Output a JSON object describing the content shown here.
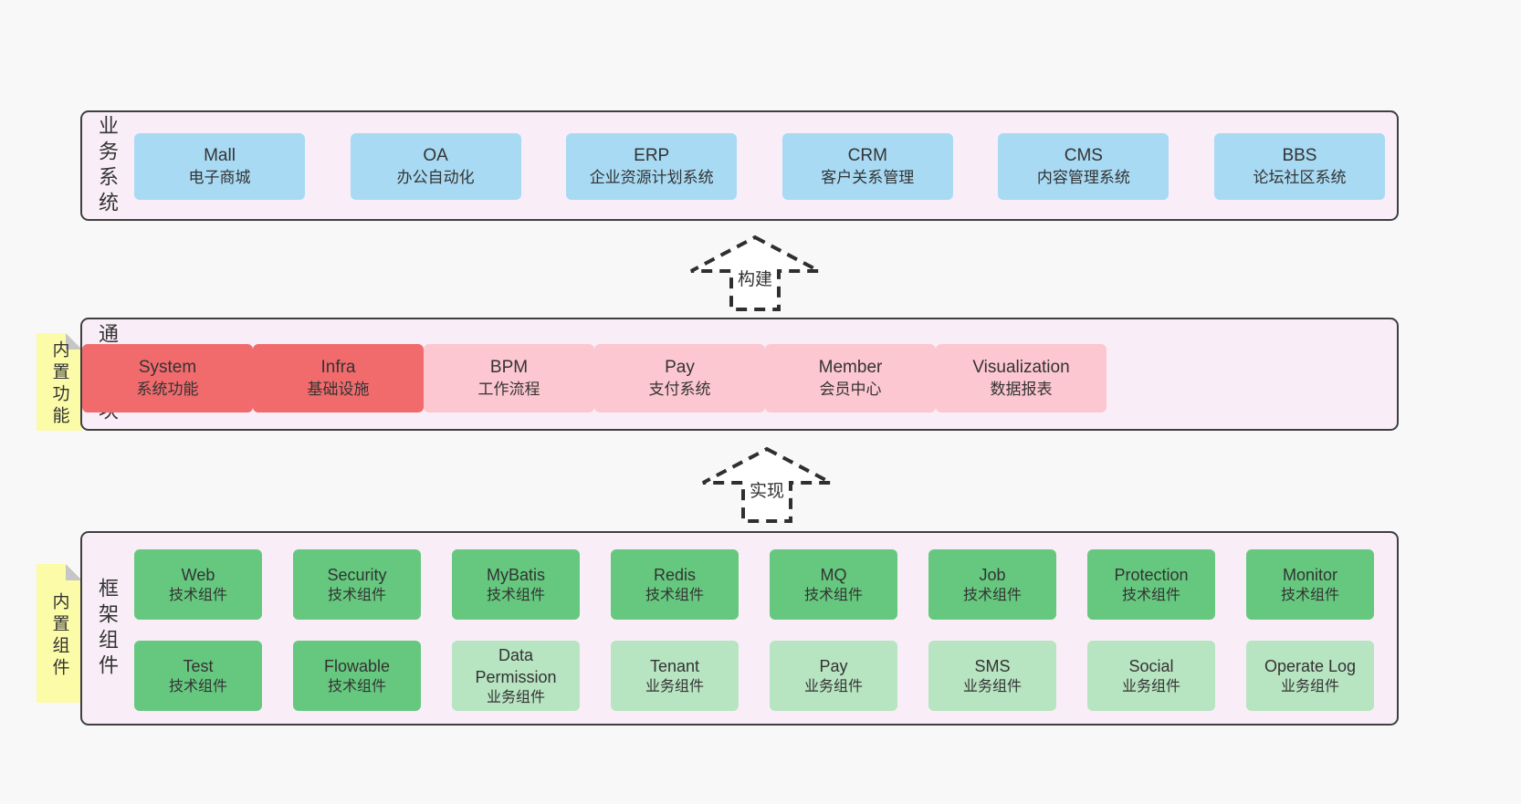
{
  "colors": {
    "page_background": "#f8f8f8",
    "layer_background": "#f9eef7",
    "layer_border": "#3f3f3f",
    "blue_box": "#a8daf3",
    "red_box": "#f16b6d",
    "pink_box": "#fcc7d0",
    "green_box": "#65c87e",
    "light_green_box": "#b7e4c1",
    "note_yellow": "#fbfba8",
    "note_fold_gray": "#c6c6c6",
    "text": "#333333"
  },
  "arrows": [
    {
      "label": "构建"
    },
    {
      "label": "实现"
    }
  ],
  "layers": [
    {
      "label": "业务系统",
      "boxes": [
        {
          "name": "Mall",
          "desc": "电子商城",
          "variant": "blue"
        },
        {
          "name": "OA",
          "desc": "办公自动化",
          "variant": "blue"
        },
        {
          "name": "ERP",
          "desc": "企业资源计划系统",
          "variant": "blue"
        },
        {
          "name": "CRM",
          "desc": "客户关系管理",
          "variant": "blue"
        },
        {
          "name": "CMS",
          "desc": "内容管理系统",
          "variant": "blue"
        },
        {
          "name": "BBS",
          "desc": "论坛社区系统",
          "variant": "blue"
        }
      ]
    },
    {
      "label": "通用模块",
      "note": "内置功能",
      "boxes": [
        {
          "name": "System",
          "desc": "系统功能",
          "variant": "red"
        },
        {
          "name": "Infra",
          "desc": "基础设施",
          "variant": "red"
        },
        {
          "name": "BPM",
          "desc": "工作流程",
          "variant": "pink"
        },
        {
          "name": "Pay",
          "desc": "支付系统",
          "variant": "pink"
        },
        {
          "name": "Member",
          "desc": "会员中心",
          "variant": "pink"
        },
        {
          "name": "Visualization",
          "desc": "数据报表",
          "variant": "pink"
        }
      ]
    },
    {
      "label": "框架组件",
      "note": "内置组件",
      "rows": [
        [
          {
            "name": "Web",
            "desc": "技术组件",
            "variant": "green"
          },
          {
            "name": "Security",
            "desc": "技术组件",
            "variant": "green"
          },
          {
            "name": "MyBatis",
            "desc": "技术组件",
            "variant": "green"
          },
          {
            "name": "Redis",
            "desc": "技术组件",
            "variant": "green"
          },
          {
            "name": "MQ",
            "desc": "技术组件",
            "variant": "green"
          },
          {
            "name": "Job",
            "desc": "技术组件",
            "variant": "green"
          },
          {
            "name": "Protection",
            "desc": "技术组件",
            "variant": "green"
          },
          {
            "name": "Monitor",
            "desc": "技术组件",
            "variant": "green"
          }
        ],
        [
          {
            "name": "Test",
            "desc": "技术组件",
            "variant": "green"
          },
          {
            "name": "Flowable",
            "desc": "技术组件",
            "variant": "green"
          },
          {
            "name": "Data Permission",
            "desc": "业务组件",
            "variant": "light-green"
          },
          {
            "name": "Tenant",
            "desc": "业务组件",
            "variant": "light-green"
          },
          {
            "name": "Pay",
            "desc": "业务组件",
            "variant": "light-green"
          },
          {
            "name": "SMS",
            "desc": "业务组件",
            "variant": "light-green"
          },
          {
            "name": "Social",
            "desc": "业务组件",
            "variant": "light-green"
          },
          {
            "name": "Operate Log",
            "desc": "业务组件",
            "variant": "light-green"
          }
        ]
      ]
    }
  ]
}
